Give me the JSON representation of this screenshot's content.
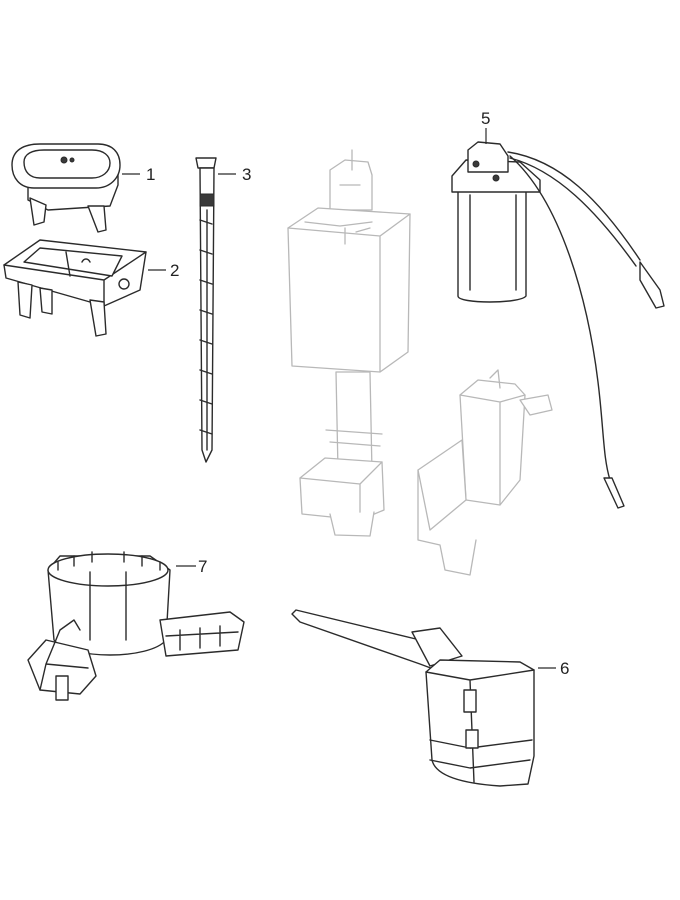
{
  "diagram": {
    "parts": [
      {
        "id": "part-1",
        "label": "1"
      },
      {
        "id": "part-2",
        "label": "2"
      },
      {
        "id": "part-3",
        "label": "3"
      },
      {
        "id": "part-5",
        "label": "5"
      },
      {
        "id": "part-6",
        "label": "6"
      },
      {
        "id": "part-7",
        "label": "7"
      }
    ],
    "colors": {
      "ink": "#2b2b2b",
      "context_grey": "#b8b8b8",
      "background": "#ffffff"
    }
  }
}
